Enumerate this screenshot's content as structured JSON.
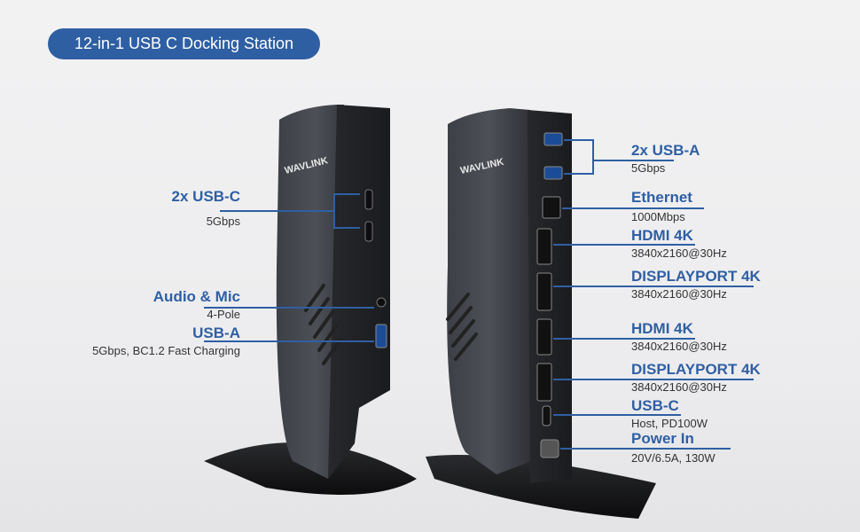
{
  "title": "12-in-1 USB C Docking Station",
  "brand": "WAVLINK",
  "accent_color": "#2f5fa3",
  "left_callouts": [
    {
      "label": "2x USB-C",
      "detail": "5Gbps"
    },
    {
      "label": "Audio & Mic",
      "detail": "4-Pole"
    },
    {
      "label": "USB-A",
      "detail": "5Gbps, BC1.2 Fast Charging"
    }
  ],
  "right_callouts": [
    {
      "label": "2x USB-A",
      "detail": "5Gbps"
    },
    {
      "label": "Ethernet",
      "detail": "1000Mbps"
    },
    {
      "label": "HDMI 4K",
      "detail": "3840x2160@30Hz"
    },
    {
      "label": "DISPLAYPORT 4K",
      "detail": "3840x2160@30Hz"
    },
    {
      "label": "HDMI 4K",
      "detail": "3840x2160@30Hz"
    },
    {
      "label": "DISPLAYPORT 4K",
      "detail": "3840x2160@30Hz"
    },
    {
      "label": "USB-C",
      "detail": "Host, PD100W"
    },
    {
      "label": "Power In",
      "detail": "20V/6.5A, 130W"
    }
  ]
}
